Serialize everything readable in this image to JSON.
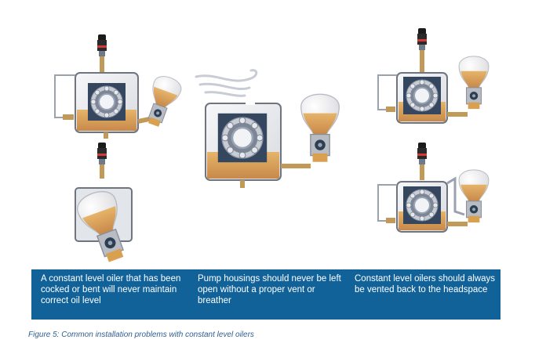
{
  "panels": [
    {
      "id": "cocked-oiler",
      "caption": "A constant level oiler that has been cocked or bent will never maintain correct oil level"
    },
    {
      "id": "open-housing",
      "caption": "Pump housings should never be left open without a proper vent or breather"
    },
    {
      "id": "vented-oiler",
      "caption": "Constant level oilers should always be vented back to the headspace"
    }
  ],
  "figure_caption": "Figure 5: Common installation problems with constant level oilers",
  "colors": {
    "caption_bar": "#12629a",
    "oil": "#d9a050",
    "housing": "#ecedef",
    "bearing": "#2c3e52",
    "pipe": "#c19a5a"
  }
}
